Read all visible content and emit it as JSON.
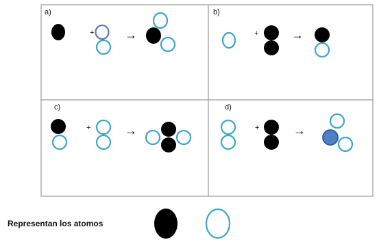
{
  "panels": [
    {
      "label": "a)",
      "plus": "+",
      "arrow": "→"
    },
    {
      "label": "b)",
      "plus": "+",
      "arrow": "→"
    },
    {
      "label": "c)",
      "plus": "+",
      "arrow": "→"
    },
    {
      "label": "d)",
      "plus": "+",
      "arrow": "→"
    }
  ],
  "legend": {
    "text": "Representan los atomos"
  },
  "colors": {
    "black_atom": "#000000",
    "white_atom_stroke": "#3aa6c9",
    "white_atom_stroke_a": "#5b74b8",
    "highlight_fill": "#4f7fc4",
    "highlight_stroke": "#2c5a96",
    "grid_line": "#9a9a9a"
  }
}
